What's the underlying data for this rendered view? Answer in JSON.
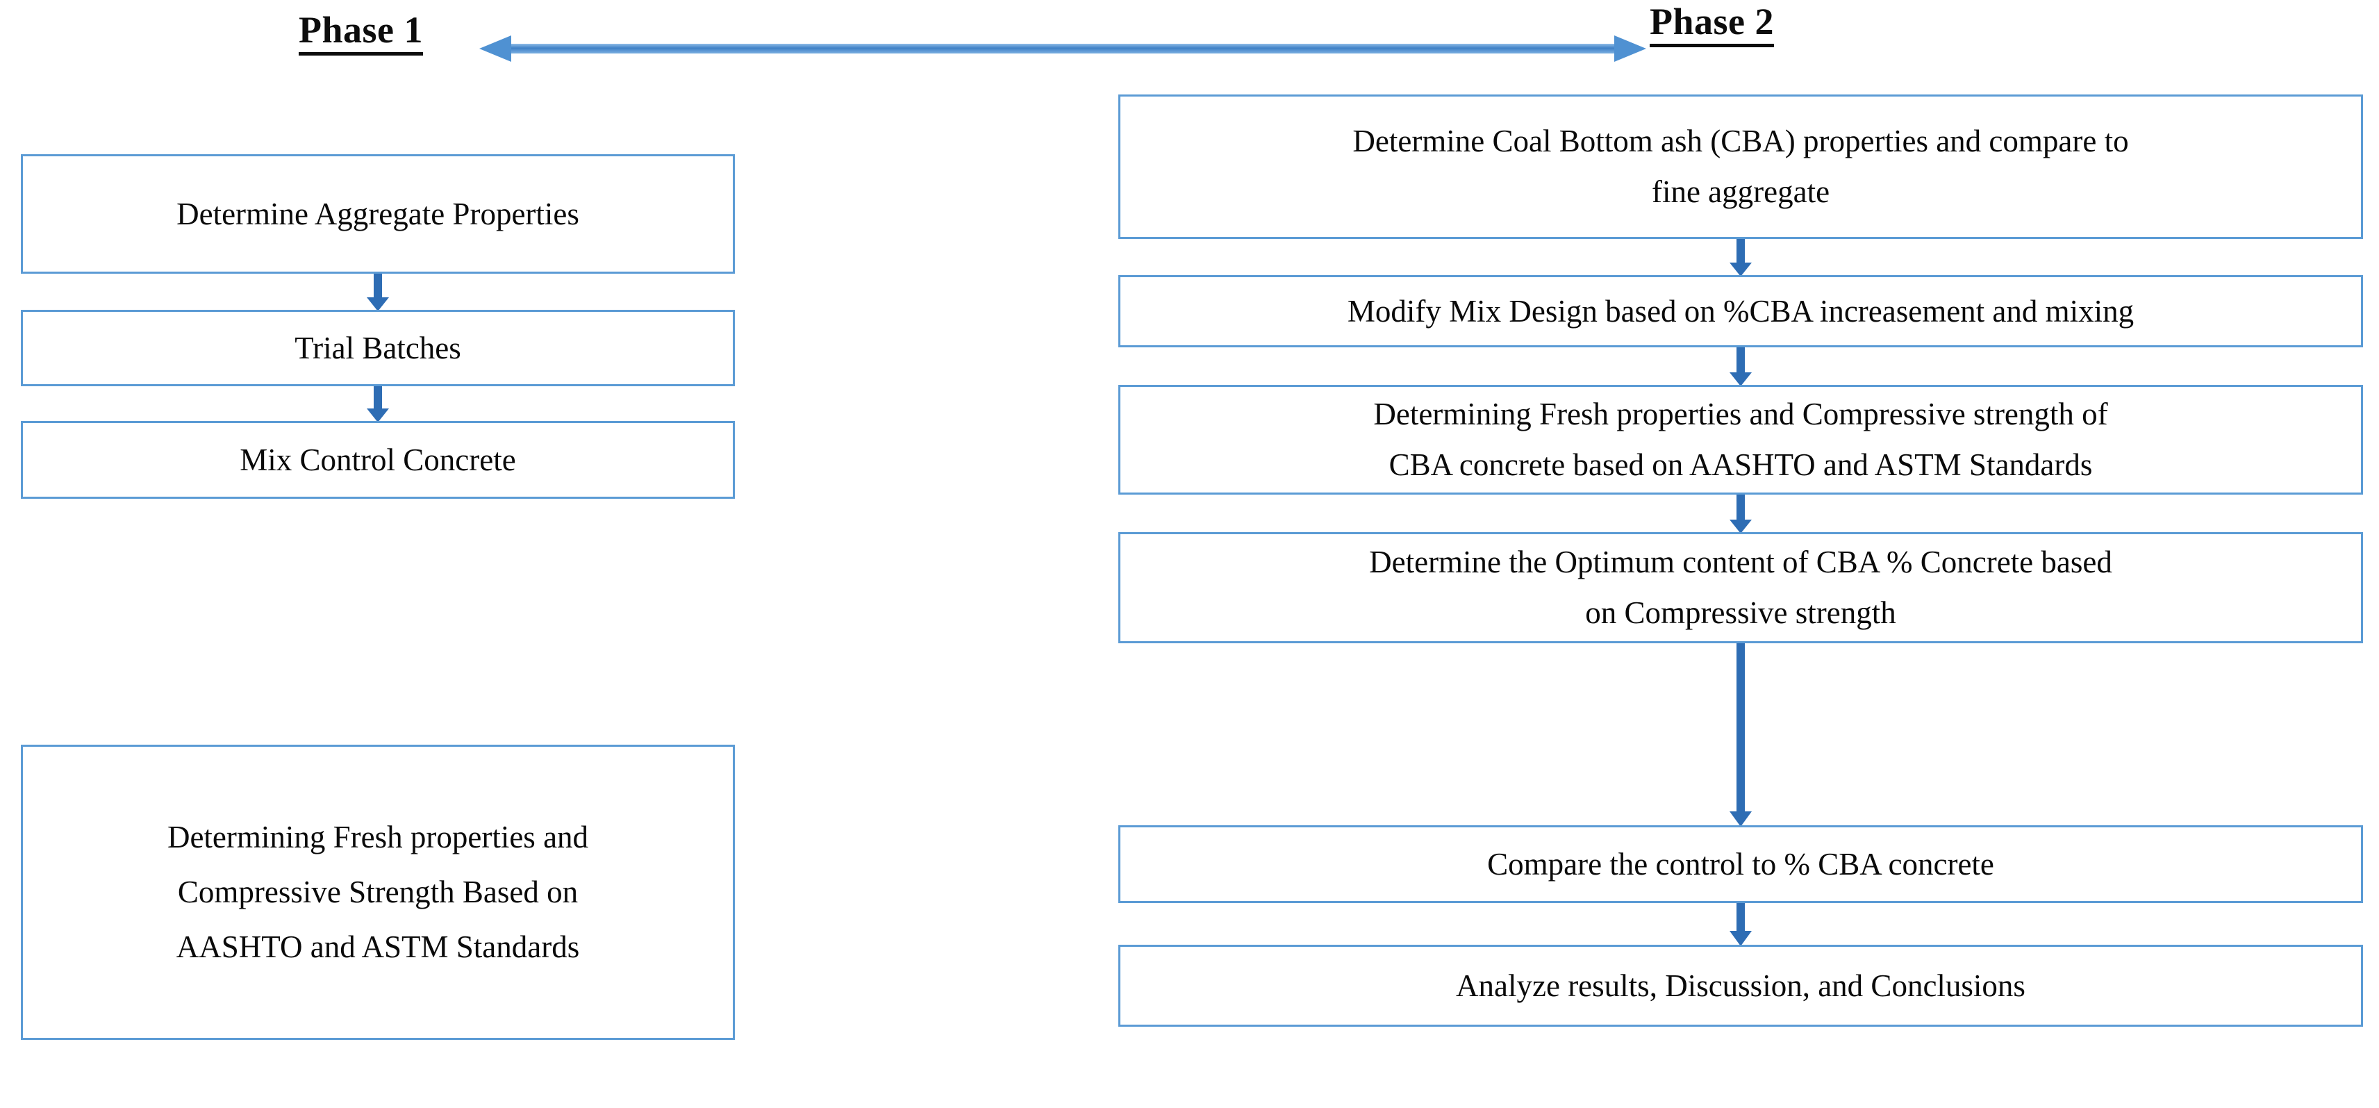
{
  "diagram": {
    "title_phase1": "Phase 1",
    "title_phase2": "Phase 2",
    "connector_label": "double-headed-horizontal-arrow",
    "colors": {
      "box_border": "#5b9bd5",
      "arrow": "#2e6db4",
      "connector": "#4f91d2",
      "text": "#0a0a0a",
      "background": "#ffffff"
    }
  },
  "phase1": {
    "heading": "Phase 1",
    "boxes": [
      {
        "id": "p1-box-0",
        "text": "Determine Aggregate Properties"
      },
      {
        "id": "p1-box-1",
        "text": "Trial Batches"
      },
      {
        "id": "p1-box-2",
        "text": "Mix Control Concrete"
      },
      {
        "id": "p1-box-3",
        "text": "Determining Fresh properties and\nCompressive Strength Based on\nAASHTO and ASTM Standards"
      }
    ],
    "arrows": [
      {
        "id": "p1-arrow-0",
        "from": "Determine Aggregate Properties",
        "to": "Trial Batches"
      },
      {
        "id": "p1-arrow-1",
        "from": "Trial Batches",
        "to": "Mix Control Concrete"
      }
    ]
  },
  "phase2": {
    "heading": "Phase 2",
    "boxes": [
      {
        "id": "p2-box-0",
        "text": "Determine Coal Bottom ash (CBA) properties and compare to\nfine aggregate"
      },
      {
        "id": "p2-box-1",
        "text": "Modify Mix Design based on %CBA increasement and mixing"
      },
      {
        "id": "p2-box-2",
        "text": "Determining Fresh properties and Compressive strength of\nCBA concrete based on AASHTO and ASTM Standards"
      },
      {
        "id": "p2-box-3",
        "text": "Determine the Optimum content of CBA % Concrete based\non Compressive strength"
      },
      {
        "id": "p2-box-4",
        "text": "Compare the control to % CBA concrete"
      },
      {
        "id": "p2-box-5",
        "text": "Analyze results, Discussion, and Conclusions"
      }
    ],
    "arrows": [
      {
        "id": "p2-arrow-0",
        "from": "Determine Coal Bottom ash (CBA) properties and compare to fine aggregate",
        "to": "Modify Mix Design based on %CBA increasement and mixing"
      },
      {
        "id": "p2-arrow-1",
        "from": "Modify Mix Design based on %CBA increasement and mixing",
        "to": "Determining Fresh properties and Compressive strength of CBA concrete based on AASHTO and ASTM Standards"
      },
      {
        "id": "p2-arrow-2",
        "from": "Determining Fresh properties and Compressive strength of CBA concrete based on AASHTO and ASTM Standards",
        "to": "Determine the Optimum content of CBA % Concrete based on Compressive strength"
      },
      {
        "id": "p2-arrow-3",
        "from": "Determine the Optimum content of CBA % Concrete based on Compressive strength",
        "to": "Compare the control to % CBA concrete"
      },
      {
        "id": "p2-arrow-4",
        "from": "Compare the control to % CBA concrete",
        "to": "Analyze results, Discussion, and Conclusions"
      }
    ]
  }
}
